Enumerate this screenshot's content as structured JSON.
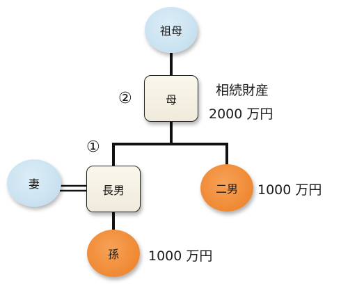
{
  "nodes": {
    "grandmother": "祖母",
    "mother": "母",
    "eldest_son": "長男",
    "wife": "妻",
    "second_son": "二男",
    "grandchild": "孫"
  },
  "markers": {
    "mother": "②",
    "eldest_son": "①"
  },
  "inheritance": {
    "heading": "相続財産",
    "total": "2000 万円",
    "second_son_share": "1000 万円",
    "grandchild_share": "1000 万円"
  },
  "colors": {
    "living_relative": "#cbe3f1",
    "heir": "#f08c38",
    "deceased_box": "#efeadb",
    "line": "#111111"
  }
}
